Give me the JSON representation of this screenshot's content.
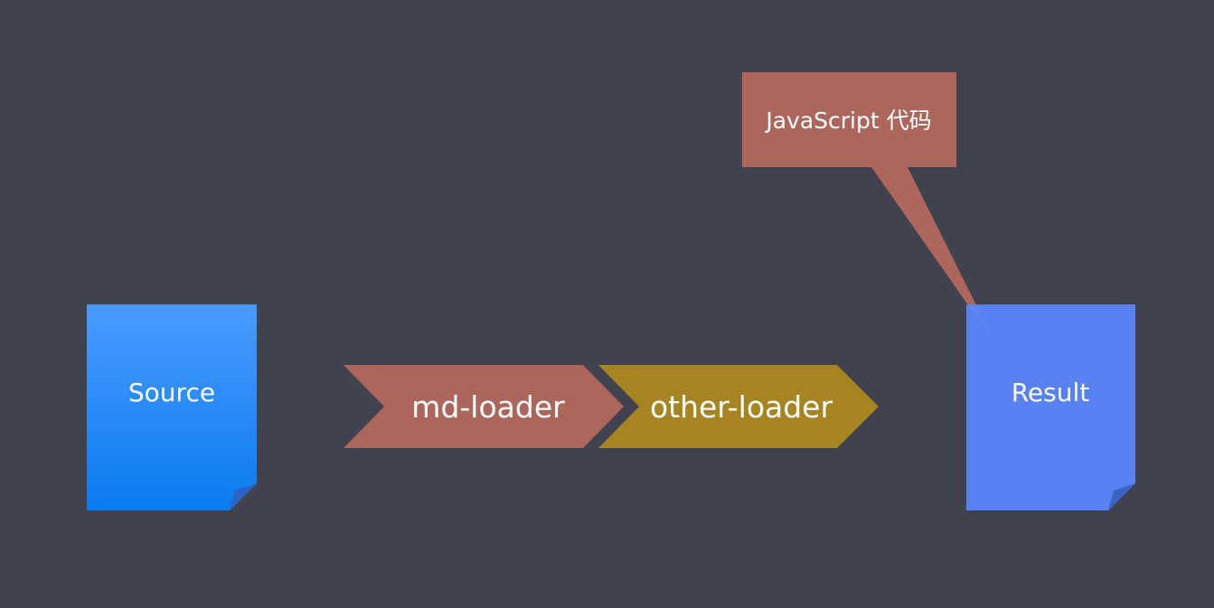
{
  "diagram": {
    "source": {
      "label": "Source",
      "color_top": "#4a9bff",
      "color_bottom": "#0a7bf0",
      "fold_color": "#2a63c4"
    },
    "loaders": [
      {
        "label": "md-loader",
        "color": "#ad665c"
      },
      {
        "label": "other-loader",
        "color": "#a68520"
      }
    ],
    "callout": {
      "label": "JavaScript 代码",
      "color": "#ad665c"
    },
    "result": {
      "label": "Result",
      "color": "#5a86ff",
      "fold_color": "#3b63c8"
    },
    "background": "#40434f"
  }
}
